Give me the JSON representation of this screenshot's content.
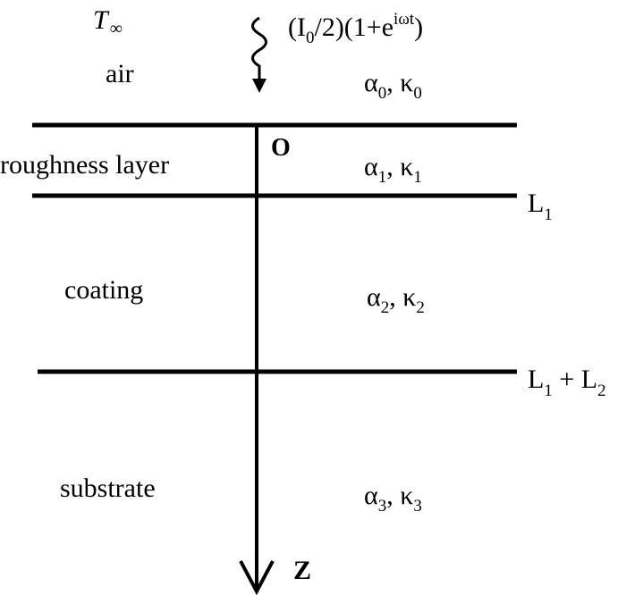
{
  "diagram": {
    "ambient_temperature": {
      "symbol": "T",
      "subscript": "∞"
    },
    "heat_source": {
      "prefix": "(I",
      "sub": "0",
      "middle": "/2)(1+e",
      "sup": "iωt",
      "suffix": ")"
    },
    "origin_label": "O",
    "axis_label": "Z",
    "layers": [
      {
        "name": "air",
        "alpha": "α",
        "kappa": "κ",
        "index": "0"
      },
      {
        "name": "roughness layer",
        "alpha": "α",
        "kappa": "κ",
        "index": "1"
      },
      {
        "name": "coating",
        "alpha": "α",
        "kappa": "κ",
        "index": "2"
      },
      {
        "name": "substrate",
        "alpha": "α",
        "kappa": "κ",
        "index": "3"
      }
    ],
    "interfaces": [
      {
        "label": ""
      },
      {
        "label": "L",
        "sub": "1"
      },
      {
        "label": "L",
        "sub": "1",
        "plus": " + L",
        "sub2": "2"
      }
    ]
  },
  "colors": {
    "ink": "#000000",
    "background": "#ffffff"
  }
}
